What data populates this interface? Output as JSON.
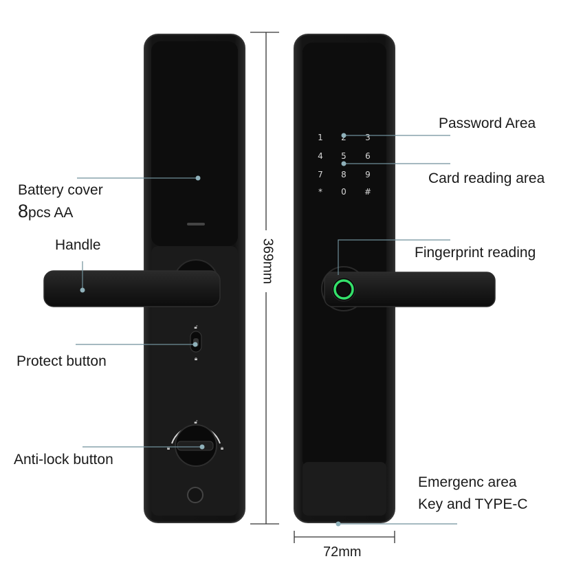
{
  "labels": {
    "battery_cover_line1": "Battery cover",
    "battery_cover_count": "8",
    "battery_cover_line2_rest": "pcs AA",
    "handle": "Handle",
    "protect_button": "Protect button",
    "anti_lock_button": "Anti-lock button",
    "password_area": "Password Area",
    "card_reading_area": "Card reading area",
    "fingerprint_reading": "Fingerprint reading",
    "emergency_line1": "Emergenc area",
    "emergency_line2": "Key and TYPE-C"
  },
  "dimensions": {
    "height": "369mm",
    "width": "72mm"
  },
  "keypad": [
    "1",
    "2",
    "3",
    "4",
    "5",
    "6",
    "7",
    "8",
    "9",
    "*",
    "0",
    "#"
  ],
  "colors": {
    "body": "#111111",
    "panel_edge": "#2c2c2c",
    "callout_line": "#6f8f9a",
    "callout_dot": "#8fb1ba",
    "fingerprint_ring": "#34e06a",
    "keypad_text": "#d8d8d8",
    "dimension_line": "#333333"
  }
}
